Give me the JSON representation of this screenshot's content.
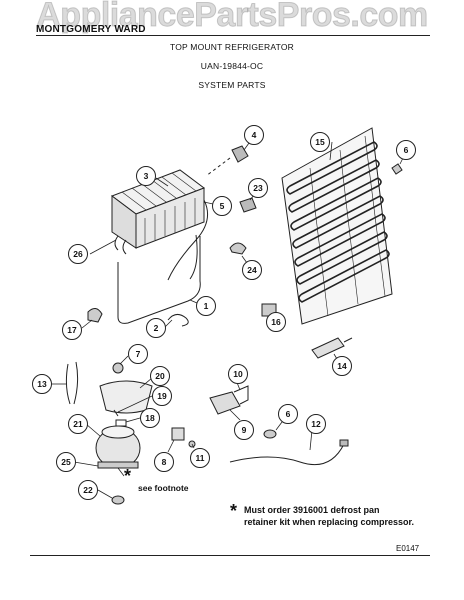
{
  "watermark": "AppliancePartsPros.com",
  "header": {
    "brand": "MONTGOMERY WARD",
    "title": "TOP MOUNT REFRIGERATOR",
    "model": "UAN-19844-OC",
    "section": "SYSTEM PARTS"
  },
  "callouts": {
    "c1": "1",
    "c2": "2",
    "c3": "3",
    "c4": "4",
    "c5": "5",
    "c6a": "6",
    "c6b": "6",
    "c7": "7",
    "c8": "8",
    "c9": "9",
    "c10": "10",
    "c11": "11",
    "c12": "12",
    "c13": "13",
    "c14": "14",
    "c15": "15",
    "c16": "16",
    "c17": "17",
    "c18": "18",
    "c19": "19",
    "c20": "20",
    "c21": "21",
    "c22": "22",
    "c23": "23",
    "c24": "24",
    "c25": "25",
    "c26": "26"
  },
  "see_footnote": "see footnote",
  "footnote": {
    "star": "*",
    "line1": "Must order 3916001 defrost pan",
    "line2": "retainer kit when replacing compressor."
  },
  "page_code": "E0147"
}
